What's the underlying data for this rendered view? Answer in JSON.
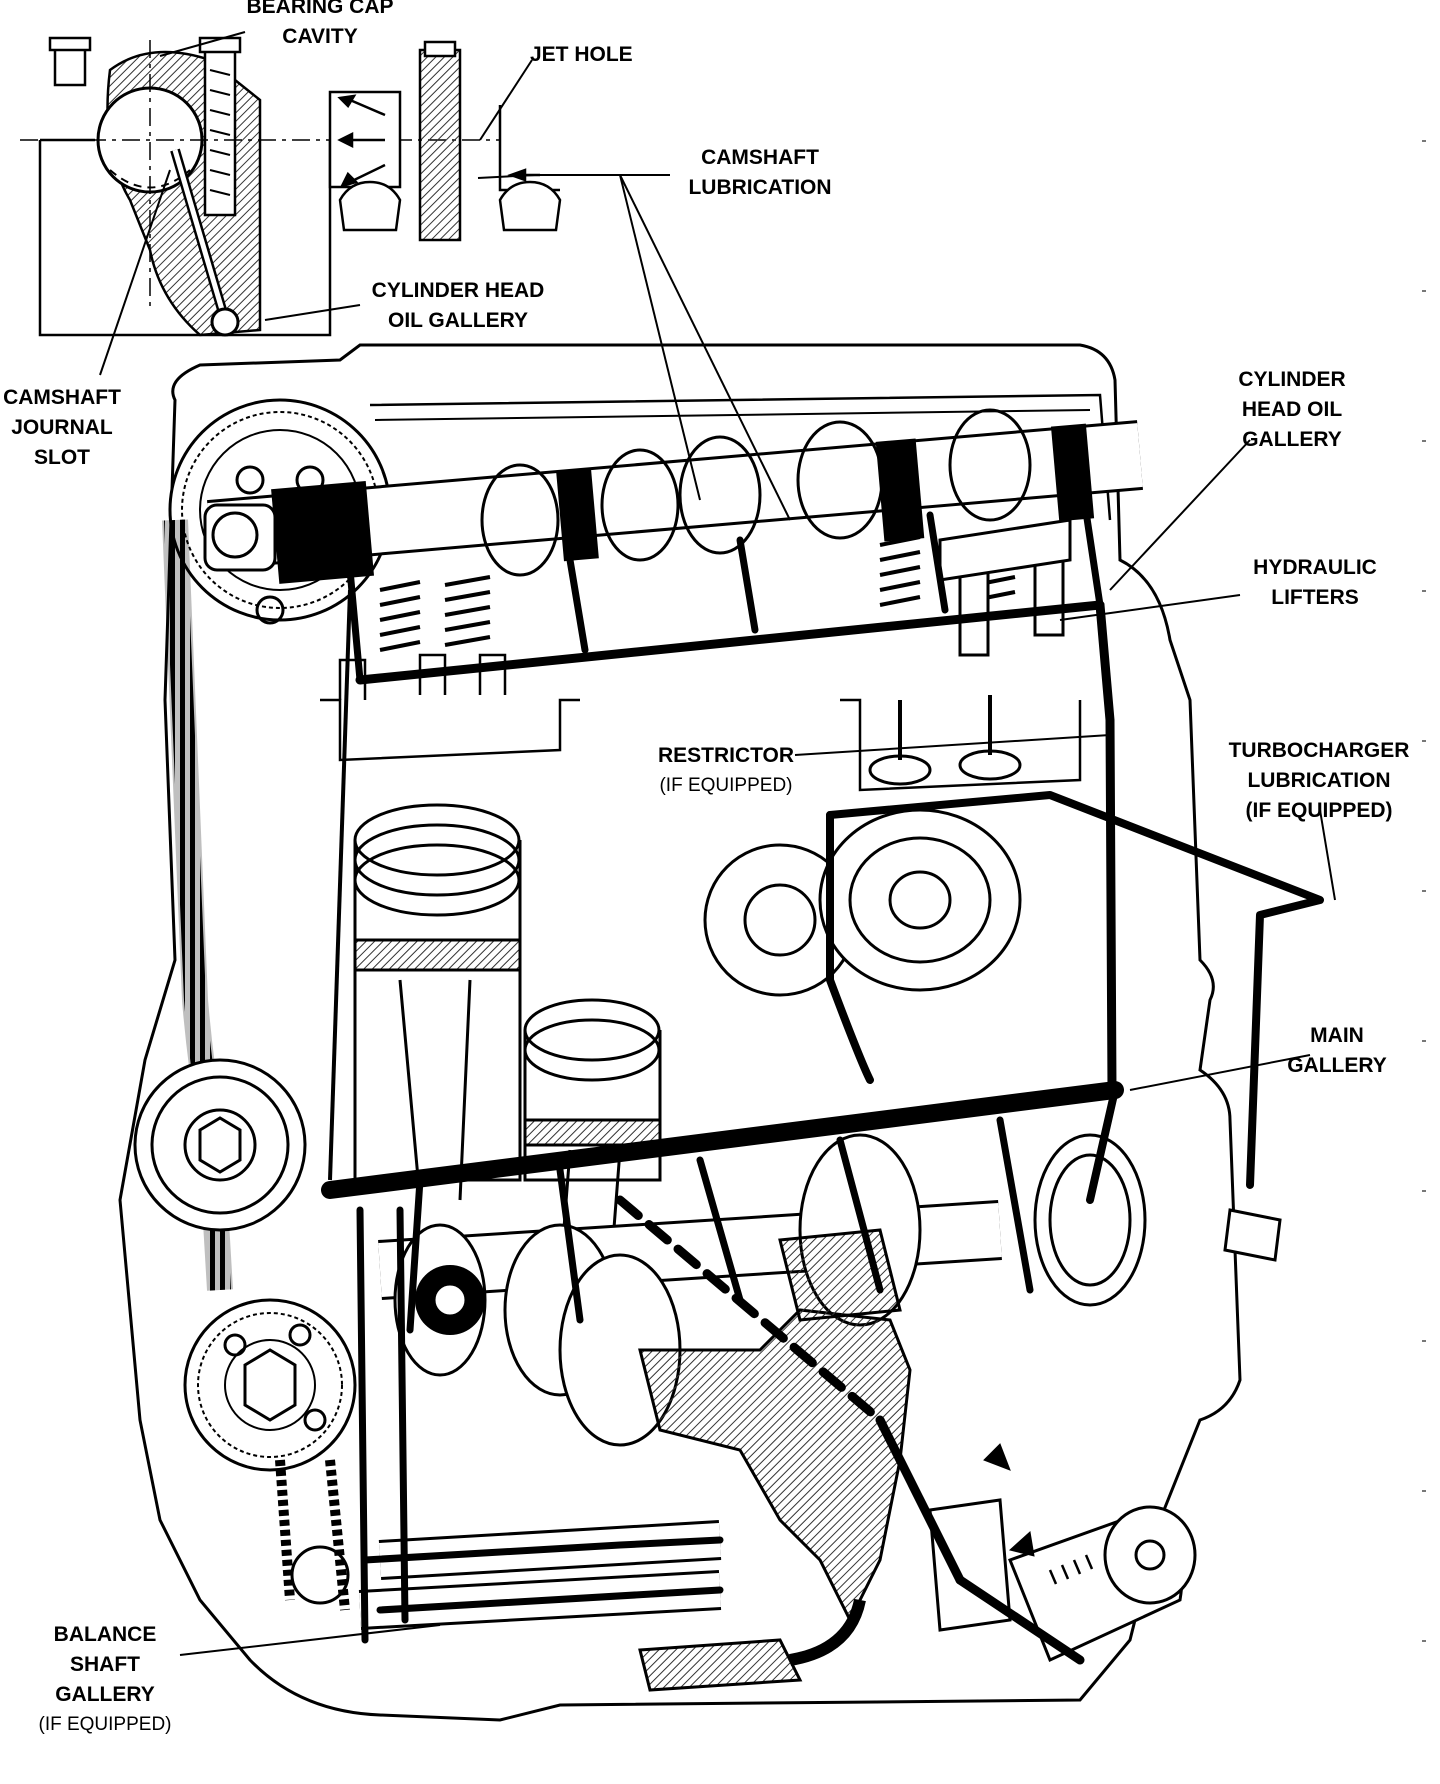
{
  "labels": {
    "bearing_cap_cavity": [
      "BEARING CAP",
      "CAVITY"
    ],
    "jet_hole": "JET HOLE",
    "camshaft_lubrication": [
      "CAMSHAFT",
      "LUBRICATION"
    ],
    "cylinder_head_oil_gallery_inset": [
      "CYLINDER HEAD",
      "OIL GALLERY"
    ],
    "camshaft_journal_slot": [
      "CAMSHAFT",
      "JOURNAL",
      "SLOT"
    ],
    "cylinder_head_oil_gallery": [
      "CYLINDER",
      "HEAD OIL",
      "GALLERY"
    ],
    "hydraulic_lifters": [
      "HYDRAULIC",
      "LIFTERS"
    ],
    "restrictor": "RESTRICTOR",
    "restrictor_note": "(IF EQUIPPED)",
    "turbocharger_lubrication": [
      "TURBOCHARGER",
      "LUBRICATION",
      "(IF EQUIPPED)"
    ],
    "main_gallery": [
      "MAIN",
      "GALLERY"
    ],
    "balance_shaft_gallery": [
      "BALANCE",
      "SHAFT",
      "GALLERY"
    ],
    "balance_shaft_note": "(IF EQUIPPED)"
  },
  "colors": {
    "ink": "#000000",
    "paper": "#ffffff",
    "hatch": "#333333",
    "oil_path": "#000000"
  }
}
